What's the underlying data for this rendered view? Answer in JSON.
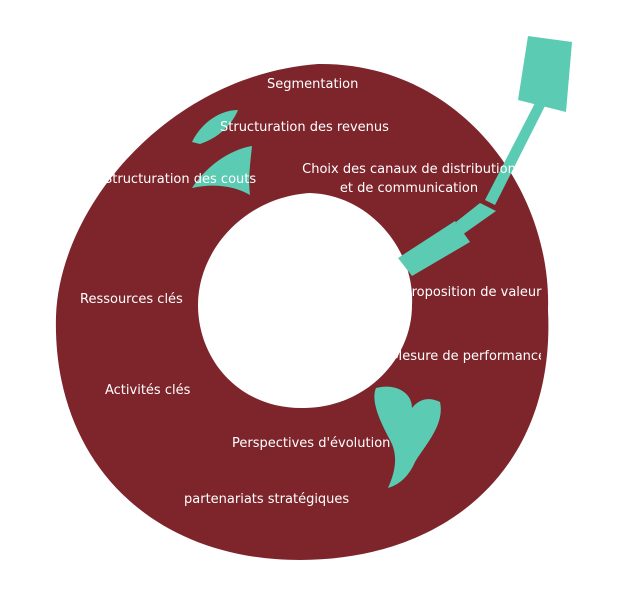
{
  "diagram": {
    "colors": {
      "record": "#7e252c",
      "hole": "#ffffff",
      "accent": "#5ccbb3",
      "text": "#ffffff"
    },
    "icons": {
      "tonearm": "turntable-tonearm-icon",
      "leaf_top": "leaf-icon",
      "leaf_bottom": "leaf-icon",
      "bird": "bird-icon"
    },
    "labels": {
      "segmentation": "Segmentation",
      "structuration_revenus": "Structuration des revenus",
      "structuration_couts": "Structuration des couts",
      "choix_canaux_line1": "Choix des canaux de distribution",
      "choix_canaux_line2": "et de communication",
      "ressources_cles": "Ressources clés",
      "proposition_valeur": "Proposition de valeur",
      "mesure_performance": "Mesure de performance",
      "activites_cles": "Activités clés",
      "perspectives_evolution": "Perspectives d'évolution",
      "partenariats_strategiques": "partenariats stratégiques"
    }
  }
}
